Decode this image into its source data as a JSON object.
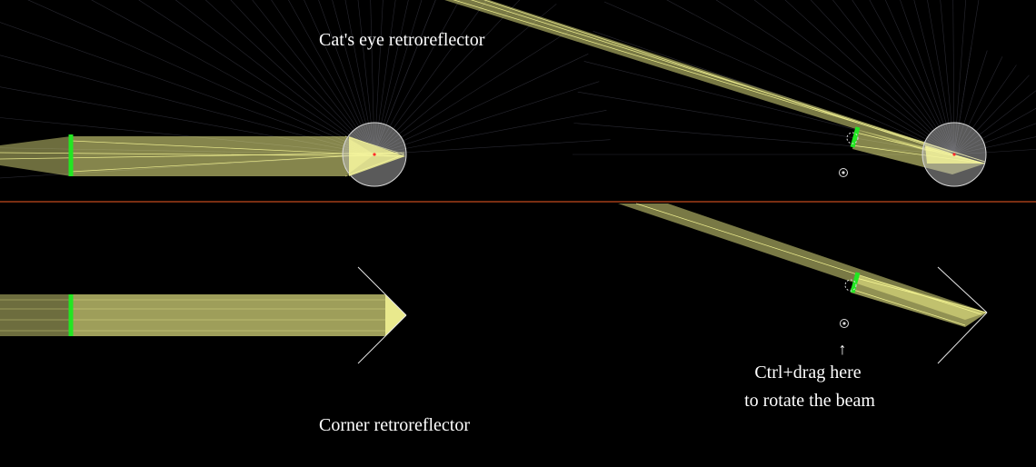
{
  "labels": {
    "cats_eye_title": "Cat's eye retroreflector",
    "corner_title": "Corner retroreflector",
    "arrow_glyph": "↑",
    "hint_line1": "Ctrl+drag here",
    "hint_line2": "to rotate the beam"
  },
  "colors": {
    "background": "#000000",
    "beam_fill": "#f2f28a",
    "beam_ray": "#ffff9a",
    "source_marker": "#22e622",
    "divider": "#7a2e12",
    "sphere_fill": "#c8c8c8",
    "mirror_line": "#e6e6e6",
    "label_text": "#ffffff"
  },
  "icons": [
    "beam-source-marker",
    "rotation-handle-icon",
    "sphere-center-marker"
  ]
}
